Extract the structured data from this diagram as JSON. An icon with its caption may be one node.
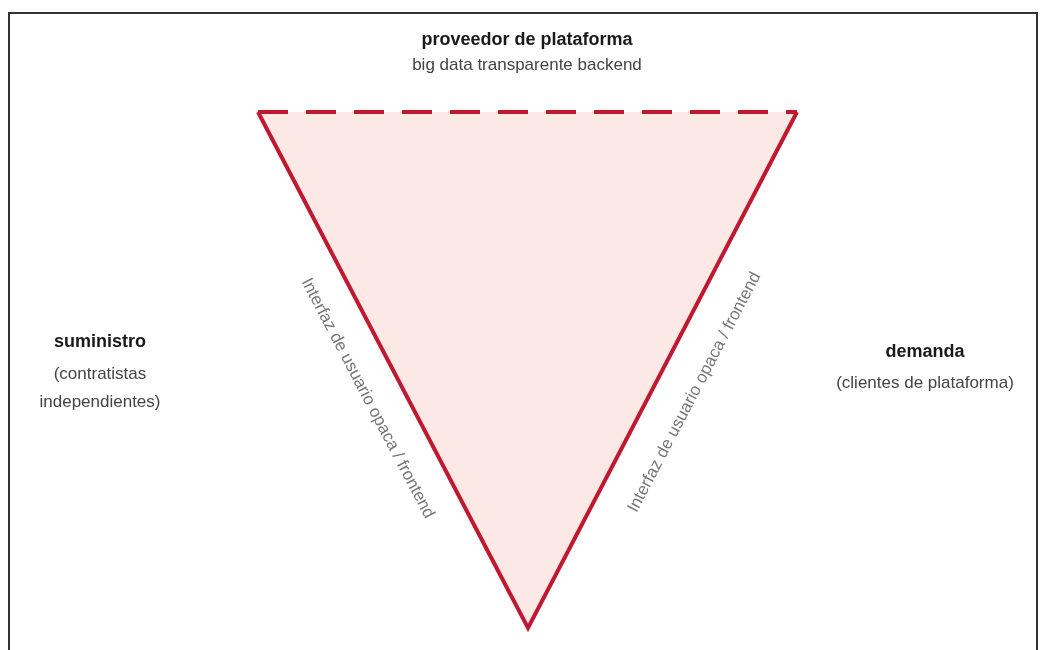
{
  "diagram": {
    "labels": [
      "proveedor de plataforma",
      "big data transparente backend",
      "suministro",
      "(contratistas independientes)",
      "demanda",
      "(clientes de plataforma)",
      "Interfaz de usuario opaca / frontend",
      "Interfaz de usuario opaca / frontend"
    ]
  }
}
